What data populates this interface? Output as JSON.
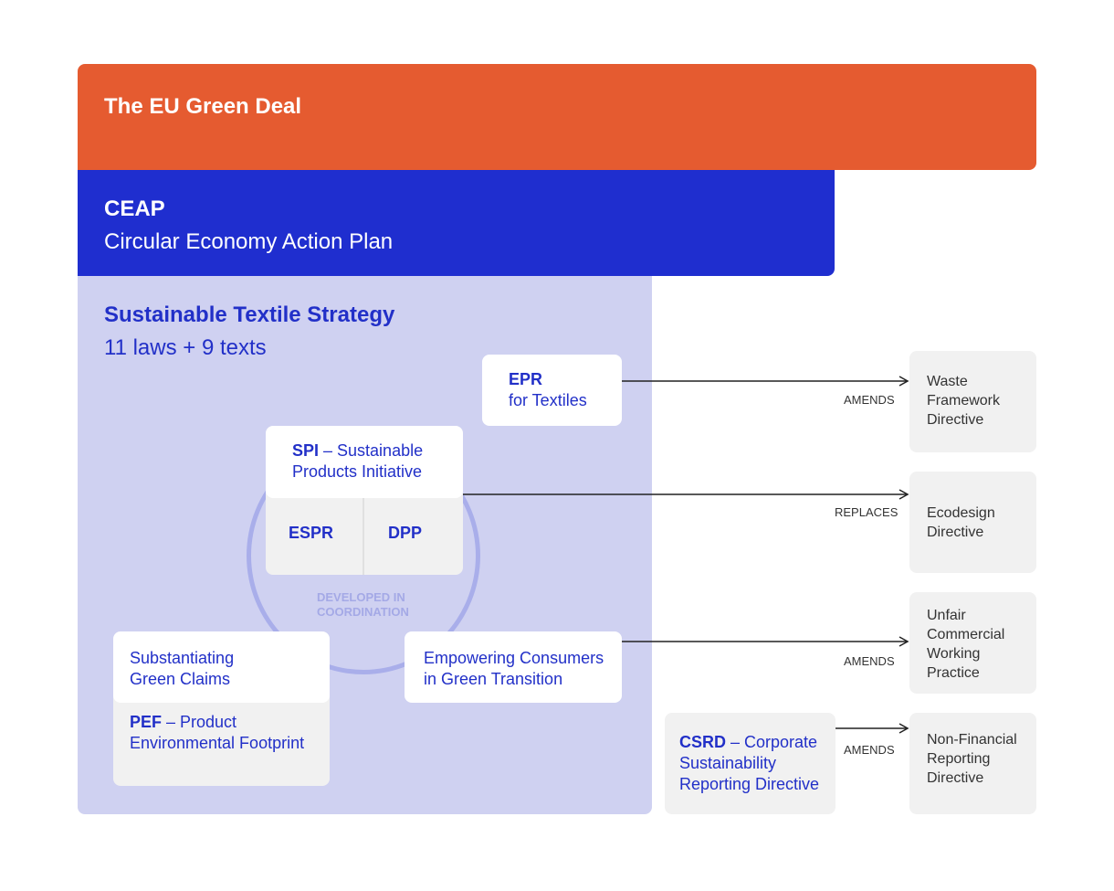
{
  "green_deal": {
    "title": "The EU Green Deal"
  },
  "ceap": {
    "title": "CEAP",
    "subtitle": "Circular Economy Action Plan"
  },
  "strategy": {
    "title": "Sustainable Textile Strategy",
    "subtitle": "11 laws + 9 texts"
  },
  "epr": {
    "abbr": "EPR",
    "rest": "for Textiles"
  },
  "spi": {
    "abbr": "SPI",
    "rest_line1": " – Sustainable",
    "rest_line2": "Products Initiative",
    "espr": "ESPR",
    "dpp": "DPP"
  },
  "coordination": {
    "line1": "DEVELOPED IN",
    "line2": "COORDINATION"
  },
  "claims": {
    "line1": "Substantiating",
    "line2": "Green Claims"
  },
  "pef": {
    "abbr": "PEF",
    "rest_line1": " – Product",
    "rest_line2": "Environmental Footprint"
  },
  "consumers": {
    "line1": "Empowering Consumers",
    "line2": "in Green Transition"
  },
  "csrd": {
    "abbr": "CSRD",
    "rest_line1": " – Corporate",
    "rest_line2": "Sustainability",
    "rest_line3": "Reporting Directive"
  },
  "directives": {
    "waste": [
      "Waste",
      "Framework",
      "Directive"
    ],
    "ecodesign": [
      "Ecodesign",
      "Directive"
    ],
    "unfair": [
      "Unfair",
      "Commercial",
      "Working",
      "Practice"
    ],
    "nonfinancial": [
      "Non-Financial",
      "Reporting",
      "Directive"
    ]
  },
  "relations": {
    "epr": "AMENDS",
    "spi": "REPLACES",
    "consumers": "AMENDS",
    "csrd": "AMENDS"
  },
  "colors": {
    "green_deal": "#e55b30",
    "ceap": "#1f2ecf",
    "strategy_bg": "#cfd1f1",
    "text_blue": "#2230c8",
    "directive_bg": "#f1f1f1"
  }
}
